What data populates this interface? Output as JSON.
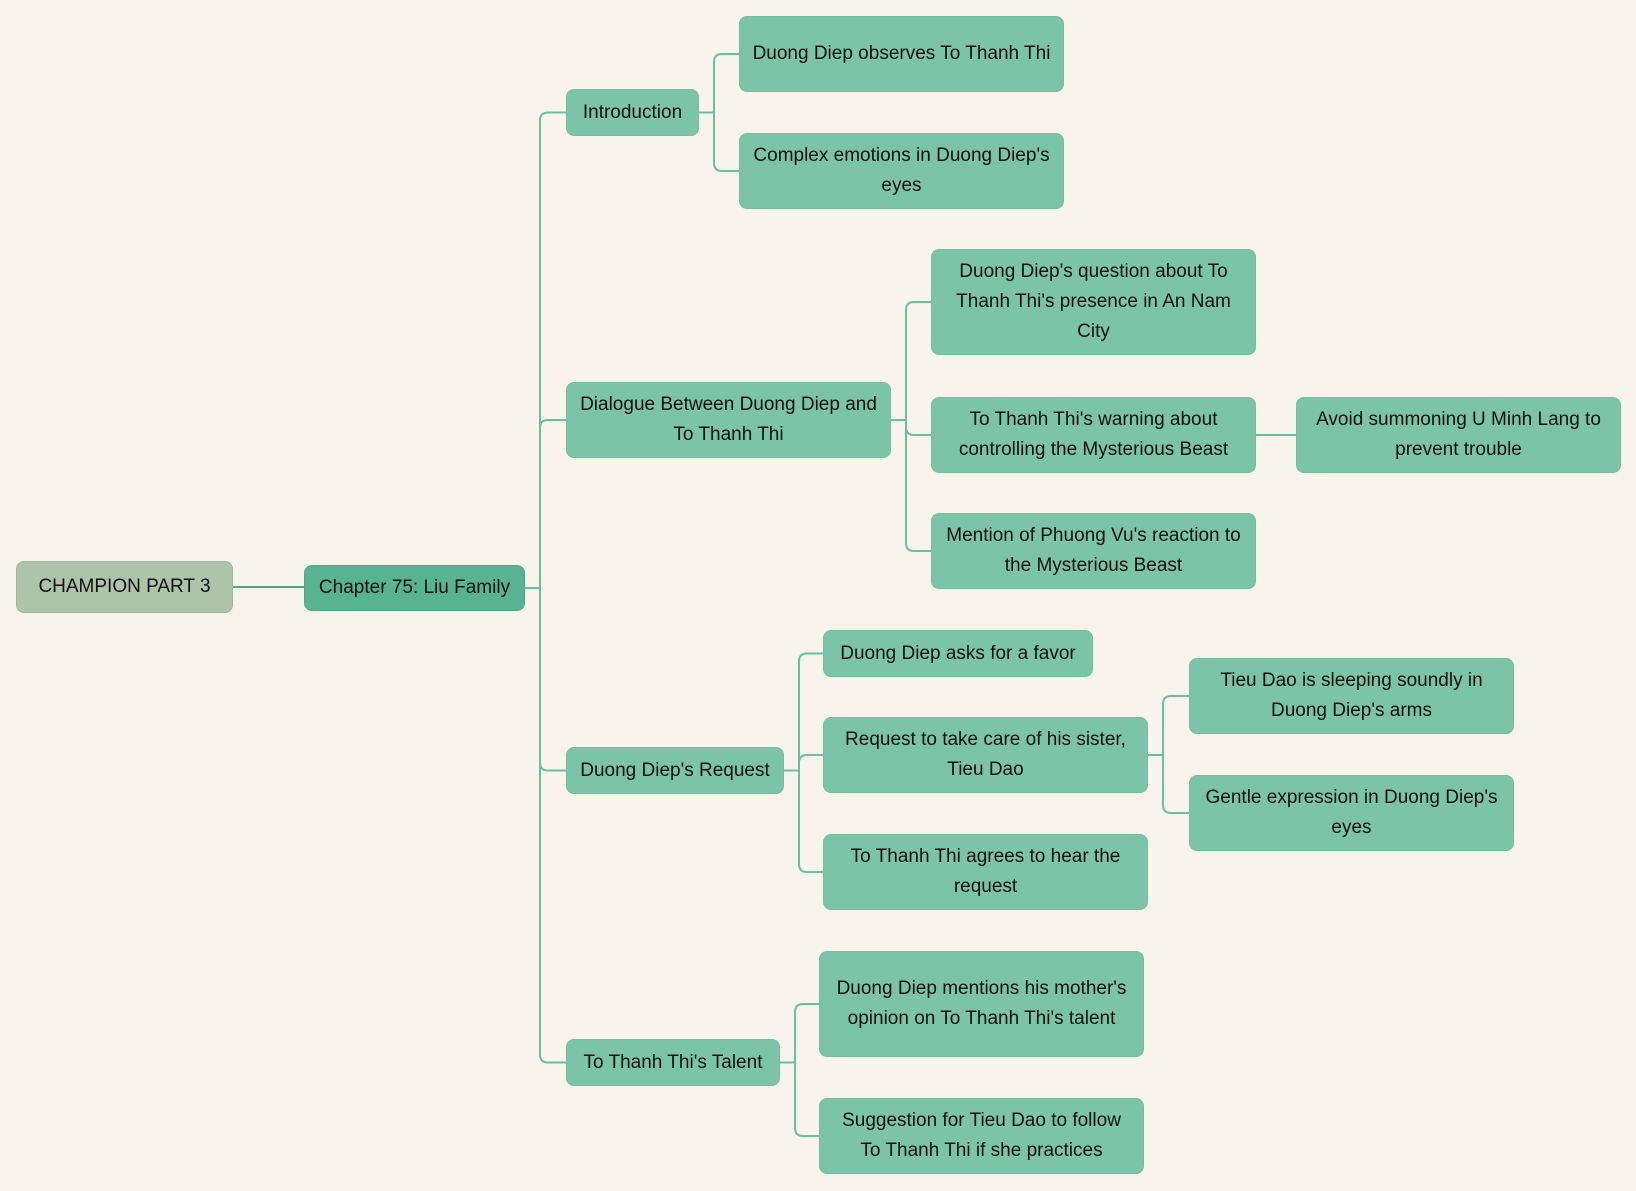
{
  "colors": {
    "background": "#f8f4ec",
    "root": "#adc4ab",
    "chapter": "#57b391",
    "node": "#7bc4a8",
    "line": "#6cbf9c"
  },
  "root": "CHAMPION PART 3",
  "chapter": "Chapter 75: Liu Family",
  "sections": [
    {
      "label": "Introduction",
      "children": [
        {
          "label": "Duong Diep observes To Thanh Thi"
        },
        {
          "label": "Complex emotions in Duong Diep's eyes"
        }
      ]
    },
    {
      "label": "Dialogue Between Duong Diep and To Thanh Thi",
      "children": [
        {
          "label": "Duong Diep's question about To Thanh Thi's presence in An Nam City"
        },
        {
          "label": "To Thanh Thi's warning about controlling the Mysterious Beast",
          "children": [
            {
              "label": "Avoid summoning U Minh Lang to prevent trouble"
            }
          ]
        },
        {
          "label": "Mention of Phuong Vu's reaction to the Mysterious Beast"
        }
      ]
    },
    {
      "label": "Duong Diep's Request",
      "children": [
        {
          "label": "Duong Diep asks for a favor"
        },
        {
          "label": "Request to take care of his sister, Tieu Dao",
          "children": [
            {
              "label": "Tieu Dao is sleeping soundly in Duong Diep's arms"
            },
            {
              "label": "Gentle expression in Duong Diep's eyes"
            }
          ]
        },
        {
          "label": "To Thanh Thi agrees to hear the request"
        }
      ]
    },
    {
      "label": "To Thanh Thi's Talent",
      "children": [
        {
          "label": "Duong Diep mentions his mother's opinion on To Thanh Thi's talent"
        },
        {
          "label": "Suggestion for Tieu Dao to follow To Thanh Thi if she practices"
        }
      ]
    }
  ]
}
